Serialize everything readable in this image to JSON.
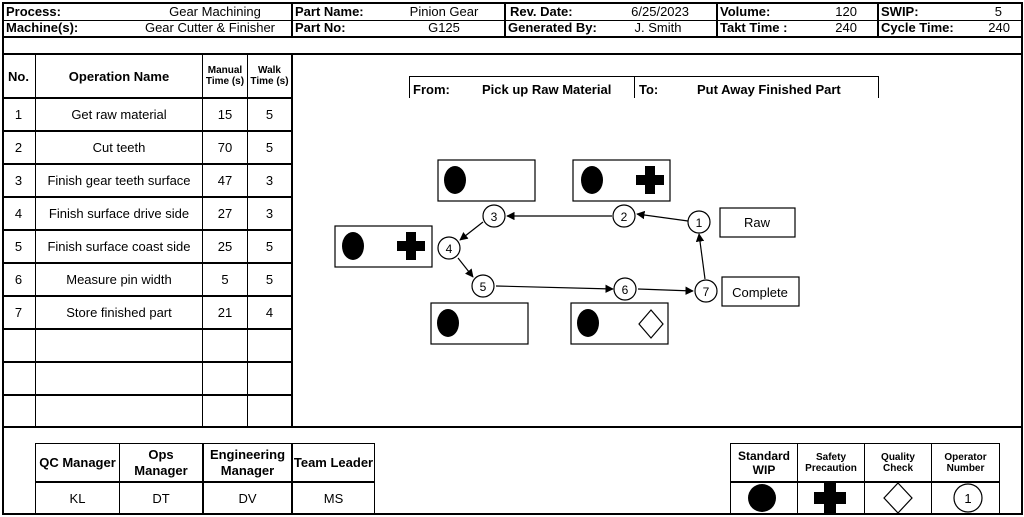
{
  "header": {
    "process_label": "Process:",
    "process_value": "Gear Machining",
    "machines_label": "Machine(s):",
    "machines_value": "Gear Cutter & Finisher",
    "part_name_label": "Part Name:",
    "part_name_value": "Pinion Gear",
    "part_no_label": "Part No:",
    "part_no_value": "G125",
    "rev_date_label": "Rev. Date:",
    "rev_date_value": "6/25/2023",
    "generated_by_label": "Generated By:",
    "generated_by_value": "J. Smith",
    "volume_label": "Volume:",
    "volume_value": "120",
    "takt_label": "Takt Time :",
    "takt_value": "240",
    "swip_label": "SWIP:",
    "swip_value": "5",
    "cycle_label": "Cycle Time:",
    "cycle_value": "240"
  },
  "table": {
    "col_no": "No.",
    "col_operation": "Operation Name",
    "col_manual": "Manual Time (s)",
    "col_walk": "Walk Time (s)",
    "rows": [
      {
        "no": "1",
        "op": "Get raw material",
        "manual": "15",
        "walk": "5"
      },
      {
        "no": "2",
        "op": "Cut teeth",
        "manual": "70",
        "walk": "5"
      },
      {
        "no": "3",
        "op": "Finish gear teeth surface",
        "manual": "47",
        "walk": "3"
      },
      {
        "no": "4",
        "op": "Finish surface drive side",
        "manual": "27",
        "walk": "3"
      },
      {
        "no": "5",
        "op": "Finish surface coast side",
        "manual": "25",
        "walk": "5"
      },
      {
        "no": "6",
        "op": "Measure pin width",
        "manual": "5",
        "walk": "5"
      },
      {
        "no": "7",
        "op": "Store finished part",
        "manual": "21",
        "walk": "4"
      }
    ]
  },
  "flow": {
    "from_label": "From:",
    "from_value": "Pick up Raw Material",
    "to_label": "To:",
    "to_value": "Put Away Finished Part",
    "raw_label": "Raw",
    "complete_label": "Complete",
    "steps": [
      "1",
      "2",
      "3",
      "4",
      "5",
      "6",
      "7"
    ]
  },
  "signoff": {
    "qc_label": "QC Manager",
    "ops_label": "Ops Manager",
    "eng_label": "Engineering Manager",
    "team_label": "Team Leader",
    "qc_value": "KL",
    "ops_value": "DT",
    "eng_value": "DV",
    "team_value": "MS"
  },
  "legend": {
    "wip_label": "Standard WIP",
    "safety_label": "Safety Precaution",
    "quality_label": "Quality Check",
    "operator_label": "Operator Number",
    "operator_symbol": "1"
  }
}
